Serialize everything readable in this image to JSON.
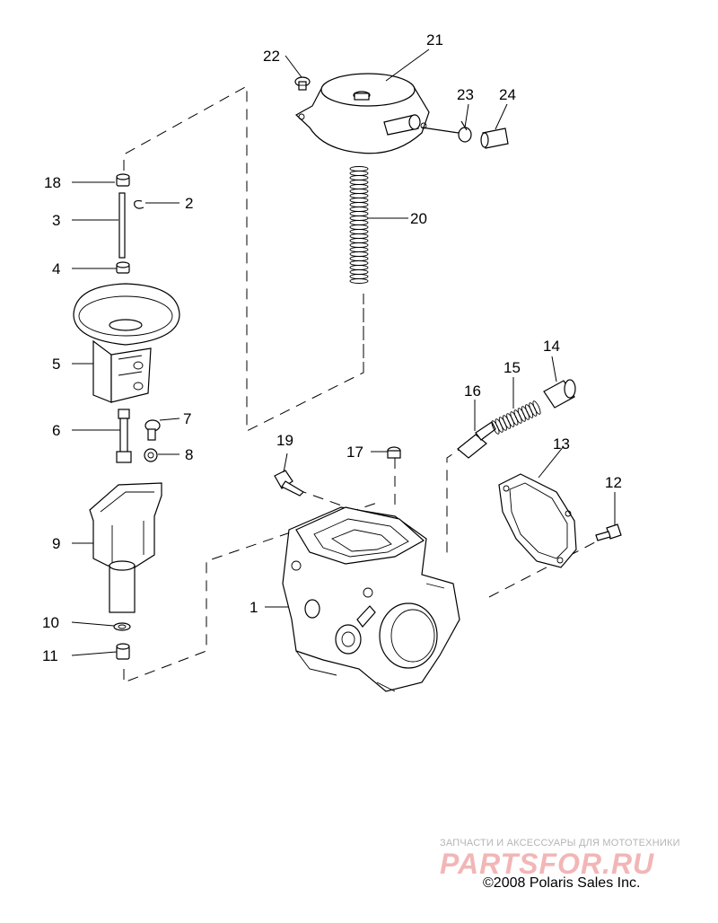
{
  "callouts": [
    {
      "id": "1",
      "text": "1"
    },
    {
      "id": "2",
      "text": "2"
    },
    {
      "id": "3",
      "text": "3"
    },
    {
      "id": "4",
      "text": "4"
    },
    {
      "id": "5",
      "text": "5"
    },
    {
      "id": "6",
      "text": "6"
    },
    {
      "id": "7",
      "text": "7"
    },
    {
      "id": "8",
      "text": "8"
    },
    {
      "id": "9",
      "text": "9"
    },
    {
      "id": "10",
      "text": "10"
    },
    {
      "id": "11",
      "text": "11"
    },
    {
      "id": "12",
      "text": "12"
    },
    {
      "id": "13",
      "text": "13"
    },
    {
      "id": "14",
      "text": "14"
    },
    {
      "id": "15",
      "text": "15"
    },
    {
      "id": "16",
      "text": "16"
    },
    {
      "id": "17",
      "text": "17"
    },
    {
      "id": "18",
      "text": "18"
    },
    {
      "id": "19",
      "text": "19"
    },
    {
      "id": "20",
      "text": "20"
    },
    {
      "id": "21",
      "text": "21"
    },
    {
      "id": "22",
      "text": "22"
    },
    {
      "id": "23",
      "text": "23"
    },
    {
      "id": "24",
      "text": "24"
    }
  ],
  "watermark": {
    "tagline": "ЗАПЧАСТИ И АКСЕССУАРЫ ДЛЯ МОТОТЕХНИКИ",
    "logo": "PARTSFOR.RU"
  },
  "copyright": "©2008 Polaris Sales Inc."
}
